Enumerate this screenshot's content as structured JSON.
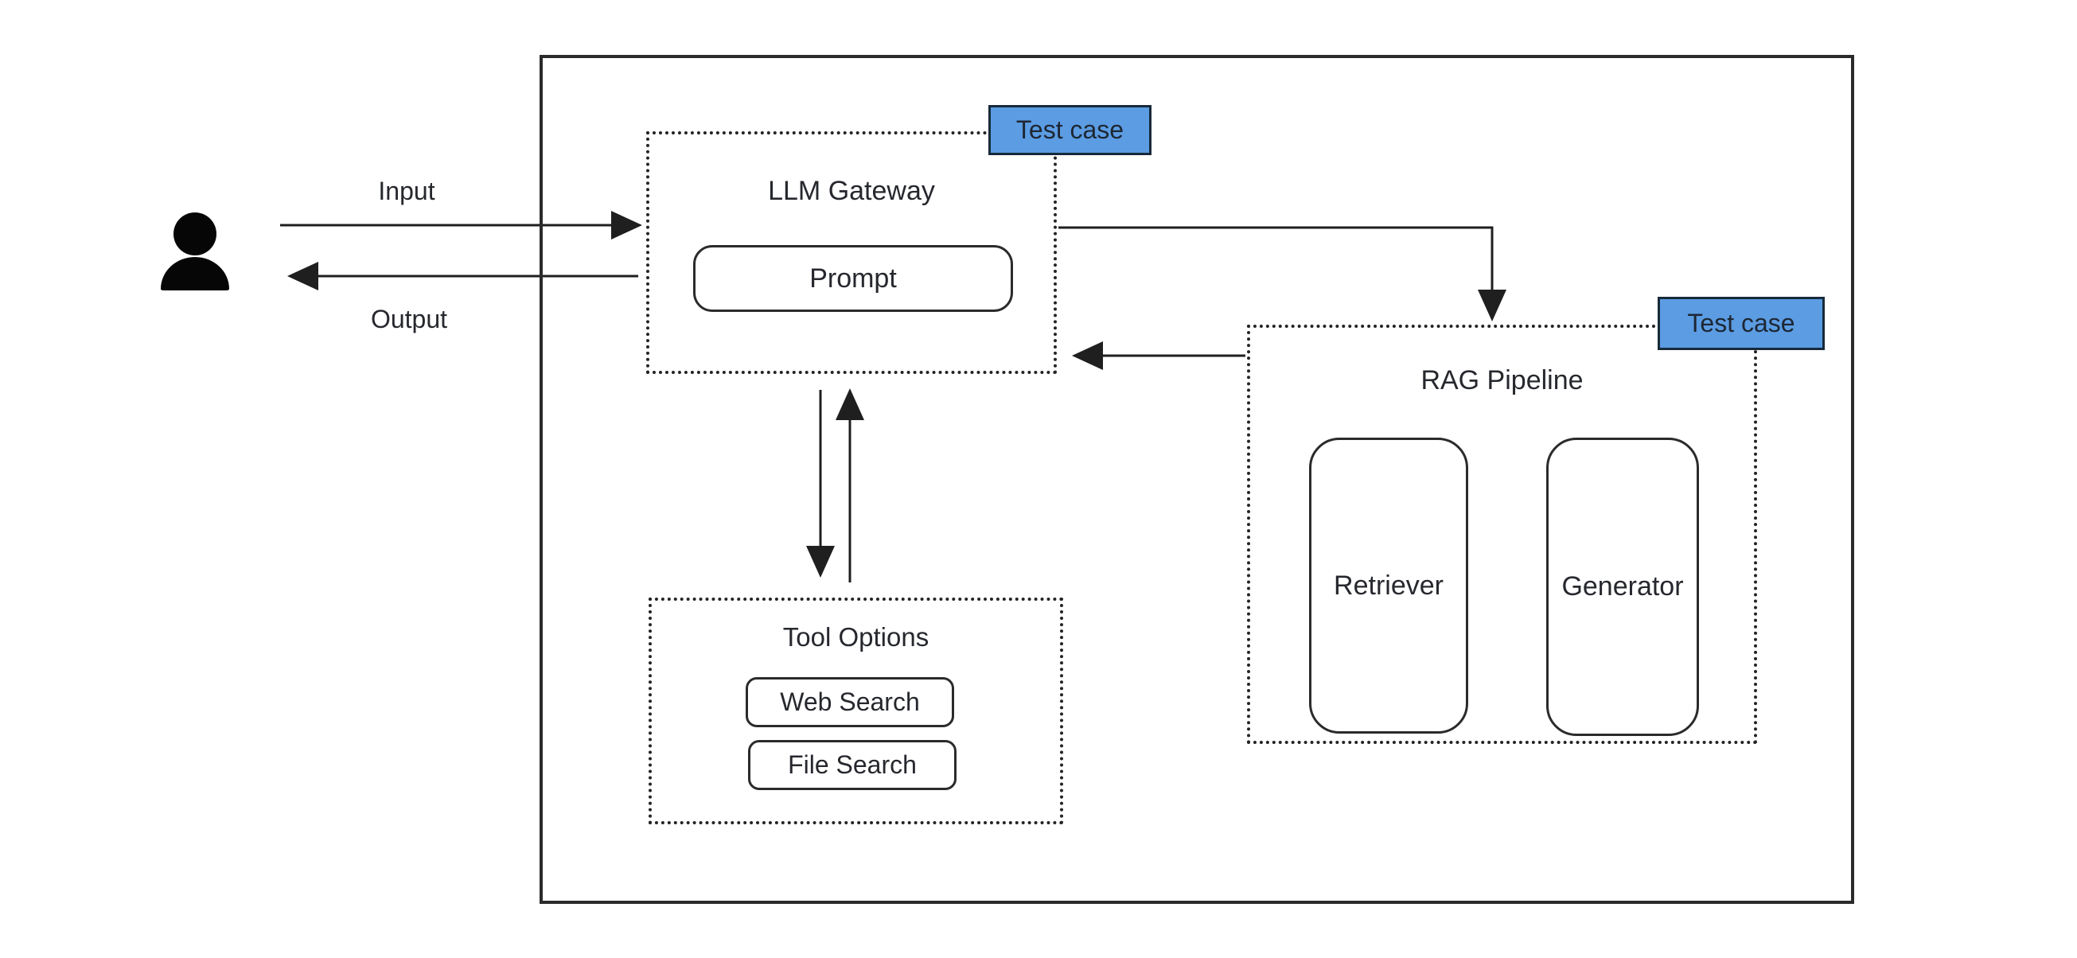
{
  "actor": {
    "icon": "user-icon"
  },
  "flows": {
    "input_label": "Input",
    "output_label": "Output"
  },
  "llm_gateway": {
    "title": "LLM Gateway",
    "badge_label": "Test case",
    "prompt_label": "Prompt"
  },
  "rag_pipeline": {
    "title": "RAG Pipeline",
    "badge_label": "Test case",
    "components": [
      "Retriever",
      "Generator"
    ]
  },
  "tool_options": {
    "title": "Tool Options",
    "tools": [
      "Web Search",
      "File Search"
    ]
  },
  "colors": {
    "badge_fill": "#5b9ce3",
    "badge_border": "#182a3a",
    "line": "#1f1f1f",
    "canvas_bg": "#ffffff"
  }
}
